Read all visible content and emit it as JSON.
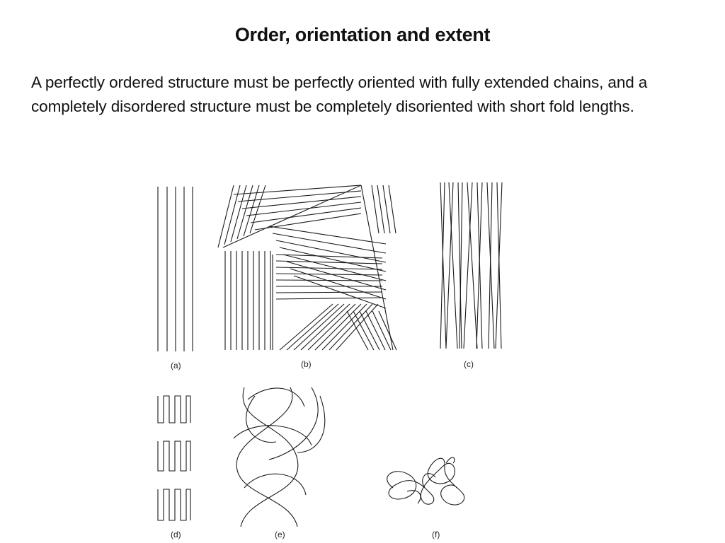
{
  "slide": {
    "title": "Order, orientation and extent",
    "body": "A perfectly ordered structure must be perfectly oriented with fully extended chains, and a completely disordered structure must be completely disoriented with short fold lengths."
  },
  "figure": {
    "panels": [
      {
        "label": "(a)",
        "name": "perfectly-ordered-extended-chains"
      },
      {
        "label": "(b)",
        "name": "ordered-domains-random-orientation"
      },
      {
        "label": "(c)",
        "name": "oriented-disordered-chains"
      },
      {
        "label": "(d)",
        "name": "folded-chain-lamellae"
      },
      {
        "label": "(e)",
        "name": "entangled-chains"
      },
      {
        "label": "(f)",
        "name": "random-coil"
      }
    ]
  }
}
